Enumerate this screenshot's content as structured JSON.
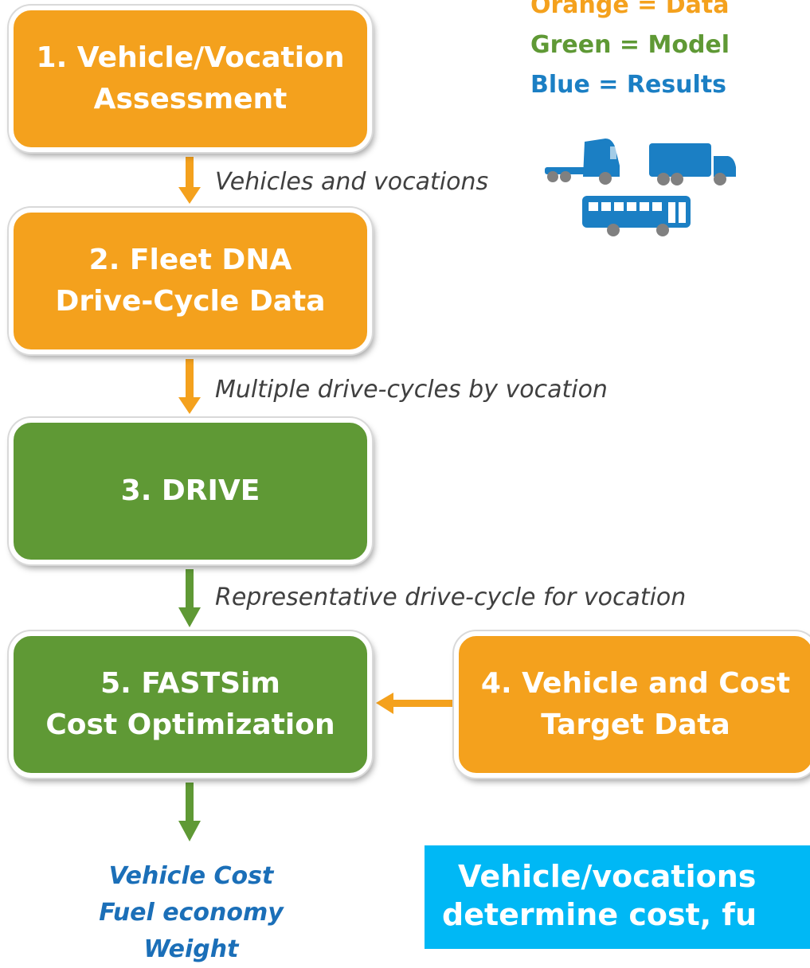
{
  "legend": {
    "orange": "Orange = Data",
    "green": "Green = Model",
    "blue": "Blue = Results"
  },
  "boxes": {
    "vehicle_vocation": {
      "line1": "1. Vehicle/Vocation",
      "line2": "Assessment"
    },
    "fleet_dna": {
      "line1": "2. Fleet DNA",
      "line2": "Drive-Cycle Data"
    },
    "drive": {
      "line1": "3. DRIVE"
    },
    "vehicle_cost_target": {
      "line1": "4. Vehicle and Cost",
      "line2": "Target Data"
    },
    "fastsim": {
      "line1": "5. FASTSim",
      "line2": "Cost Optimization"
    }
  },
  "arrow_labels": {
    "a1": "Vehicles and vocations",
    "a2": "Multiple drive-cycles by vocation",
    "a3": "Representative drive-cycle for vocation"
  },
  "results": [
    "Vehicle Cost",
    "Fuel economy",
    "Weight"
  ],
  "banner": {
    "line1": "Vehicle/vocations",
    "line2": "determine cost, fu"
  },
  "colors": {
    "data": "#f4a11d",
    "model": "#5f9935",
    "results": "#1b7fc4",
    "banner": "#00b8f5"
  },
  "icons": [
    "semi-truck-icon",
    "box-truck-icon",
    "bus-icon"
  ]
}
